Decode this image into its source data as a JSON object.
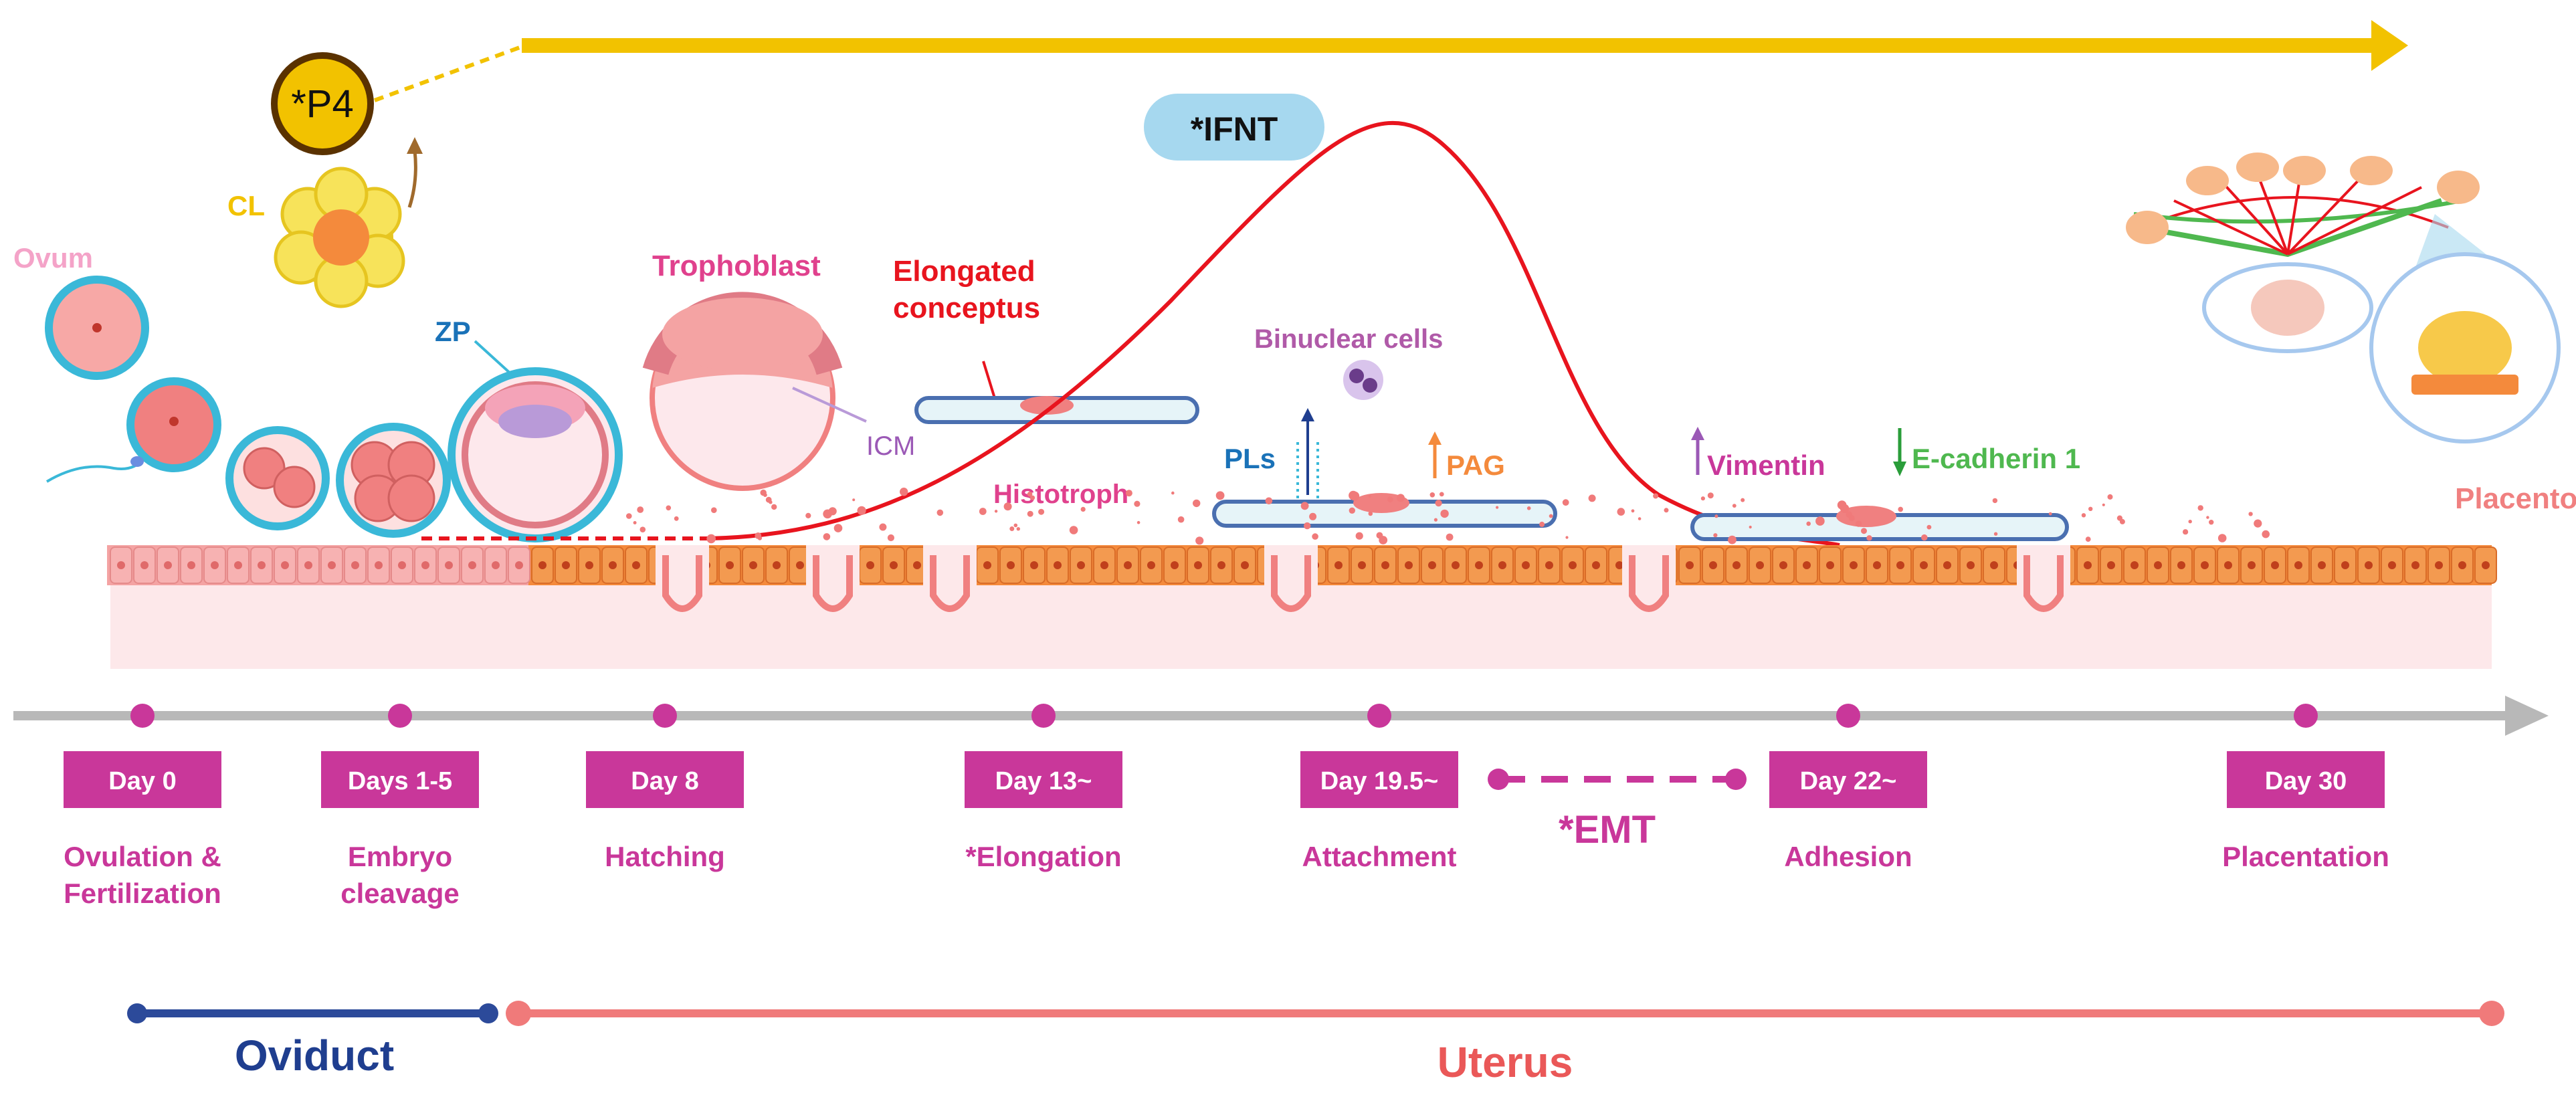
{
  "colors": {
    "magenta": "#c9379a",
    "pink": "#e85aa8",
    "orange": "#e8803c",
    "gold": "#f2c200",
    "red": "#e8141e",
    "blue_dark": "#1f3e8f",
    "blue_text": "#1a72b8",
    "coral": "#ef7a7a",
    "green": "#4fb84f",
    "purple": "#9b59b6",
    "grey": "#b8b8b8"
  },
  "labels": {
    "p4": "*P4",
    "cl": "CL",
    "ovum": "Ovum",
    "zp": "ZP",
    "trophoblast": "Trophoblast",
    "icm": "ICM",
    "elongated_1": "Elongated",
    "elongated_2": "conceptus",
    "ifnt": "*IFNT",
    "binuclear": "Binuclear cells",
    "histotroph": "Histotroph",
    "pls": "PLs",
    "pag": "PAG",
    "vimentin": "Vimentin",
    "ecadherin": "E-cadherin 1",
    "placentome": "Placentome",
    "emt": "*EMT",
    "oviduct": "Oviduct",
    "uterus": "Uterus"
  },
  "timeline": [
    {
      "day": "Day 0",
      "event": [
        "Ovulation &",
        "Fertilization"
      ]
    },
    {
      "day": "Days 1-5",
      "event": [
        "Embryo",
        "cleavage"
      ]
    },
    {
      "day": "Day 8",
      "event": [
        "Hatching"
      ]
    },
    {
      "day": "Day 13~",
      "event": [
        "*Elongation"
      ]
    },
    {
      "day": "Day 19.5~",
      "event": [
        "Attachment"
      ]
    },
    {
      "day": "Day 22~",
      "event": [
        "Adhesion"
      ]
    },
    {
      "day": "Day 30",
      "event": [
        "Placentation"
      ]
    }
  ]
}
